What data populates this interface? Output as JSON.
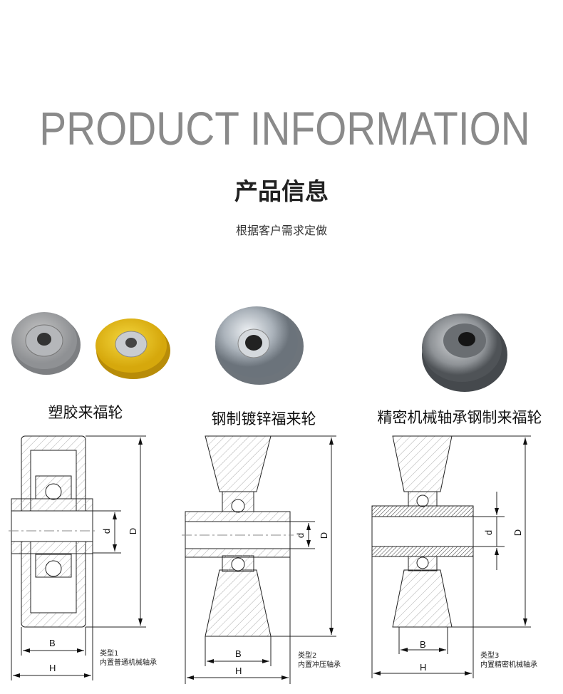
{
  "header": {
    "title_en": "PRODUCT INFORMATION",
    "title_cn": "产品信息",
    "subtitle": "根据客户需求定做"
  },
  "products": [
    {
      "label": "塑胶来福轮",
      "type": "类型1",
      "desc": "内置普通机械轴承"
    },
    {
      "label": "钢制镀锌福来轮",
      "type": "类型2",
      "desc": "内置冲压轴承"
    },
    {
      "label": "精密机械轴承钢制来福轮",
      "type": "类型3",
      "desc": "内置精密机械轴承"
    }
  ],
  "dimensions": {
    "B": "B",
    "H": "H",
    "d": "d",
    "D": "D"
  },
  "colors": {
    "title_gray": "#8a8a8a",
    "yellow_wheel": "#e8c21a",
    "steel": "#b9bec4"
  }
}
